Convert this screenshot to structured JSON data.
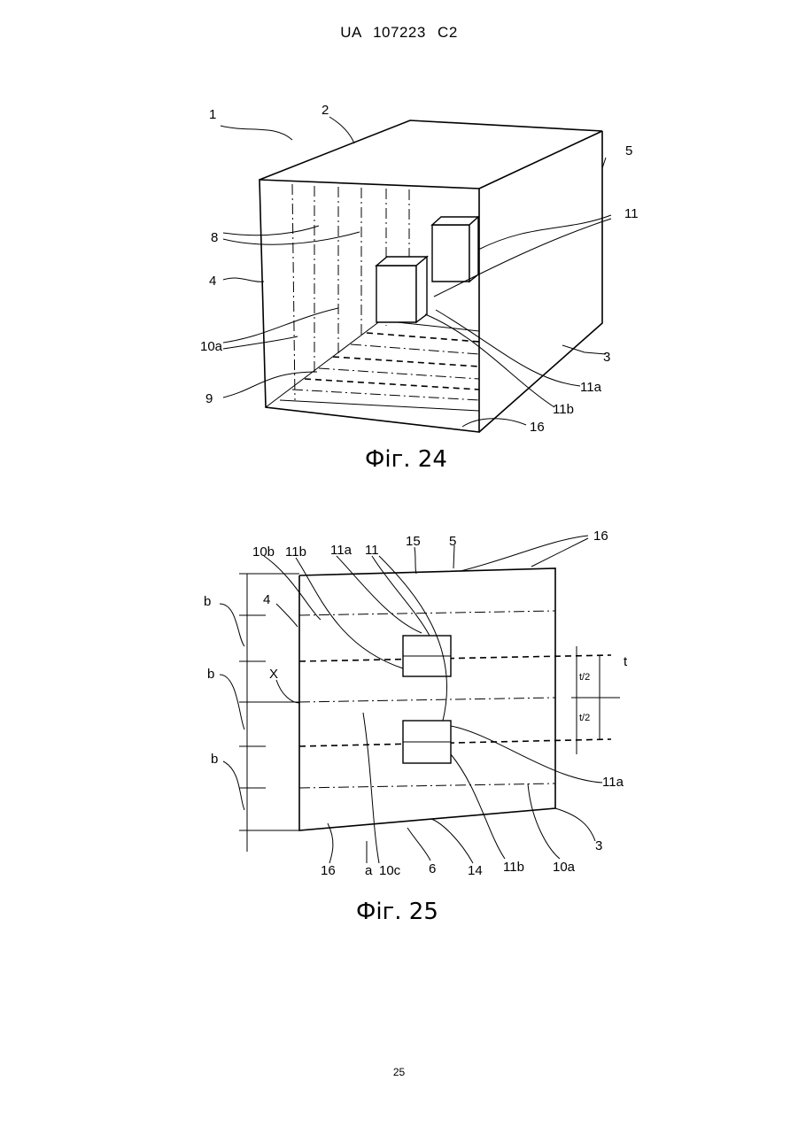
{
  "header": {
    "patent_number": "UA   107223   C2"
  },
  "figure24": {
    "caption": "Фіг. 24",
    "labels": {
      "l1": "1",
      "l2": "2",
      "l3": "3",
      "l4": "4",
      "l5": "5",
      "l8": "8",
      "l9": "9",
      "l10a": "10a",
      "l11": "11",
      "l11a": "11a",
      "l11b": "11b",
      "l16": "16"
    }
  },
  "figure25": {
    "caption": "Фіг. 25",
    "labels": {
      "l10b": "10b",
      "l11b_top": "11b",
      "l11a_top": "11a",
      "l11": "11",
      "l15": "15",
      "l5": "5",
      "l16_top": "16",
      "l4": "4",
      "lb1": "b",
      "lb2": "b",
      "lb3": "b",
      "lX": "X",
      "lt": "t",
      "lt2a": "t/2",
      "lt2b": "t/2",
      "l11a_right": "11a",
      "l3": "3",
      "l16_bottom": "16",
      "la": "a",
      "l10c": "10c",
      "l6": "6",
      "l14": "14",
      "l11b_bottom": "11b",
      "l10a": "10a"
    }
  },
  "page": {
    "number": "25"
  }
}
